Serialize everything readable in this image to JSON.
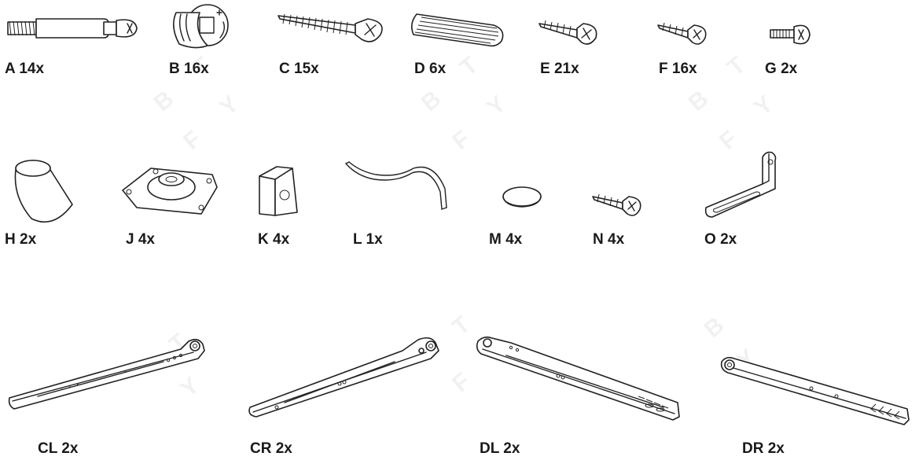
{
  "parts": [
    {
      "id": "A",
      "count": "14x",
      "icon": "cam-bolt-icon"
    },
    {
      "id": "B",
      "count": "16x",
      "icon": "cam-lock-icon"
    },
    {
      "id": "C",
      "count": "15x",
      "icon": "wood-screw-long-icon"
    },
    {
      "id": "D",
      "count": "6x",
      "icon": "wooden-dowel-icon"
    },
    {
      "id": "E",
      "count": "21x",
      "icon": "screw-icon"
    },
    {
      "id": "F",
      "count": "16x",
      "icon": "screw-icon"
    },
    {
      "id": "G",
      "count": "2x",
      "icon": "machine-screw-icon"
    },
    {
      "id": "H",
      "count": "2x",
      "icon": "furniture-foot-icon"
    },
    {
      "id": "J",
      "count": "4x",
      "icon": "mounting-plate-icon"
    },
    {
      "id": "K",
      "count": "4x",
      "icon": "corner-bracket-icon"
    },
    {
      "id": "L",
      "count": "1x",
      "icon": "spring-clip-icon"
    },
    {
      "id": "M",
      "count": "4x",
      "icon": "felt-pad-icon"
    },
    {
      "id": "N",
      "count": "4x",
      "icon": "screw-icon"
    },
    {
      "id": "O",
      "count": "2x",
      "icon": "angle-bracket-icon"
    },
    {
      "id": "CL",
      "count": "2x",
      "icon": "drawer-rail-icon"
    },
    {
      "id": "CR",
      "count": "2x",
      "icon": "drawer-rail-icon"
    },
    {
      "id": "DL",
      "count": "2x",
      "icon": "drawer-rail-icon"
    },
    {
      "id": "DR",
      "count": "2x",
      "icon": "drawer-rail-icon"
    }
  ],
  "watermark": {
    "letters": [
      "B",
      "T",
      "F",
      "Y"
    ]
  }
}
